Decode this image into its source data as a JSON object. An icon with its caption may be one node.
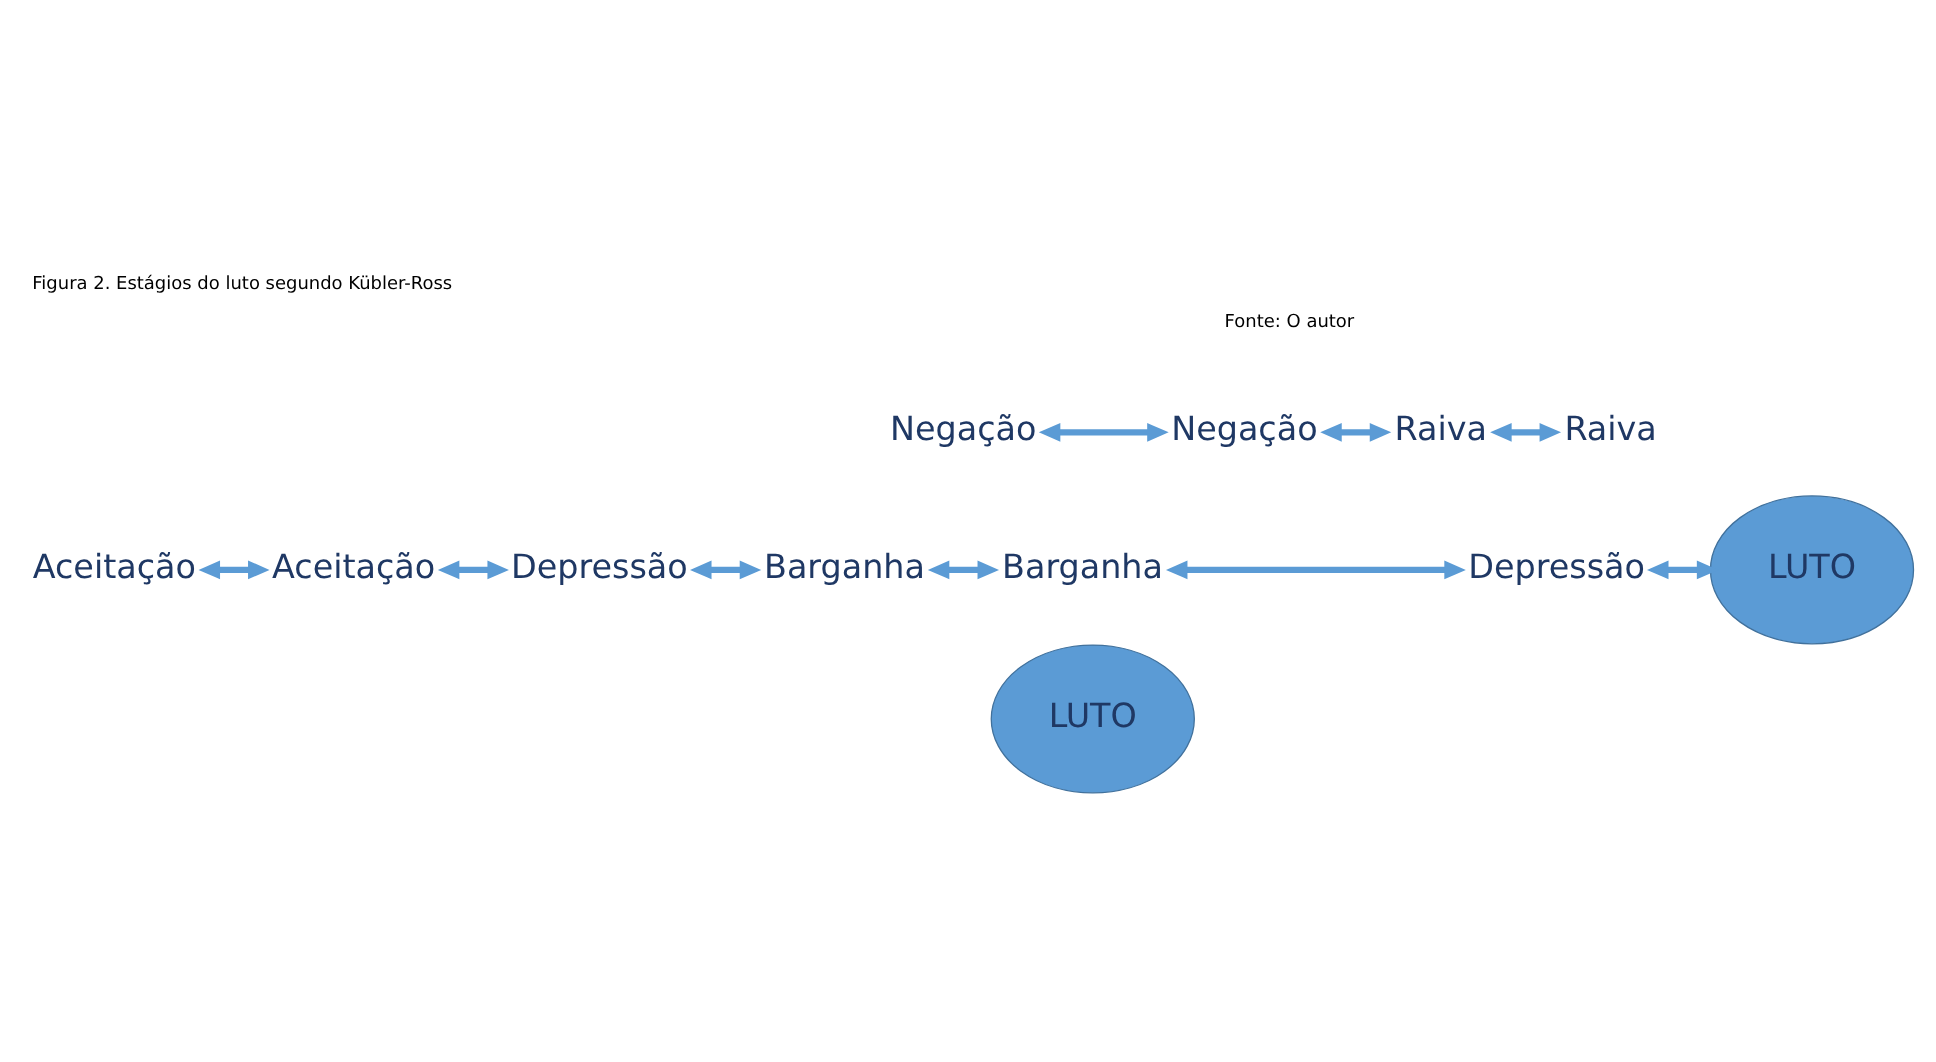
{
  "diagram": {
    "title": "Figura 2. Estágios do luto segundo Kübler-Ross",
    "caption": "Fonte: O autor",
    "nodes": [
      {
        "text": [
          "Negação"
        ]
      },
      {
        "text": [
          "Raiva"
        ]
      },
      {
        "text": [
          "Barganha"
        ]
      },
      {
        "text": [
          "Negação"
        ]
      },
      {
        "text": [
          "LUTO"
        ]
      },
      {
        "text": [
          "Aceitação"
        ]
      },
      {
        "text": [
          "Aceitação"
        ]
      },
      {
        "text": [
          "LUTO"
        ]
      },
      {
        "text": [
          "Raiva"
        ]
      },
      {
        "text": [
          "Depressão"
        ]
      },
      {
        "text": [
          "Depressão"
        ]
      },
      {
        "text": [
          "Barganha"
        ]
      }
    ],
    "edges": [
      {
        "from": 3,
        "to": 0,
        "arrow": "both"
      },
      {
        "from": 0,
        "to": 1,
        "arrow": "both"
      },
      {
        "from": 8,
        "to": 1,
        "arrow": "both"
      },
      {
        "from": 9,
        "to": 2,
        "arrow": "both"
      },
      {
        "from": 11,
        "to": 2,
        "arrow": "both"
      },
      {
        "from": 10,
        "to": 11,
        "arrow": "both"
      },
      {
        "from": 6,
        "to": 10,
        "arrow": "both"
      },
      {
        "from": 5,
        "to": 6,
        "arrow": "both"
      },
      {
        "from": 7,
        "to": 9,
        "arrow": "both"
      }
    ]
  }
}
